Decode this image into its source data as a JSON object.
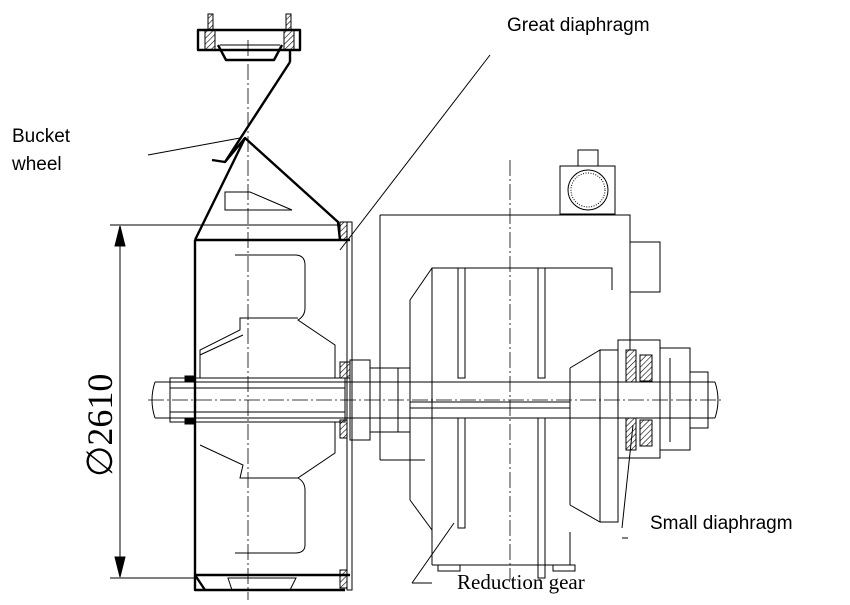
{
  "labels": {
    "bucket_wheel_line1": "Bucket",
    "bucket_wheel_line2": "wheel",
    "great_diaphragm": "Great diaphragm",
    "small_diaphragm": "Small diaphragm",
    "reduction_gear": "Reduction gear",
    "diameter": "∅2610"
  }
}
